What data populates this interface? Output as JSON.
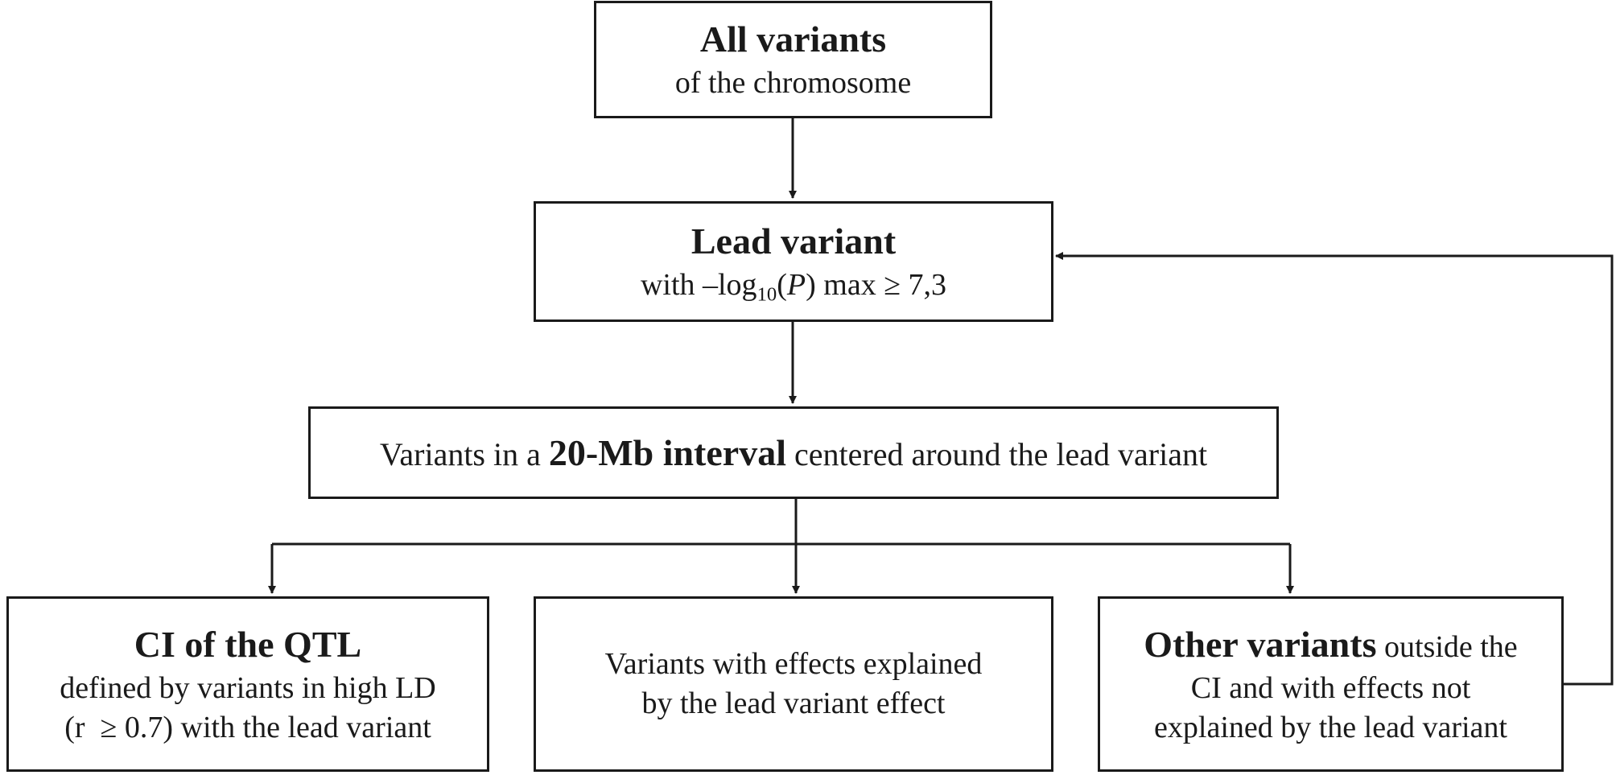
{
  "nodes": {
    "all_variants": {
      "title": "All variants",
      "subtitle": "of the chromosome"
    },
    "lead_variant": {
      "title": "Lead variant",
      "sub_prefix": "with –log",
      "sub_subscript": "10",
      "sub_paren_open": "(",
      "sub_p": "P",
      "sub_suffix": ") max ≥ 7,3"
    },
    "interval": {
      "pre": "Variants in a ",
      "bold": "20-Mb interval",
      "post": " centered around the lead variant"
    },
    "ci_qtl": {
      "title": "CI of the QTL",
      "line1": "defined by variants in high LD",
      "line2": "(r  ≥ 0.7) with the lead variant"
    },
    "explained": {
      "line1": "Variants with effects explained",
      "line2": "by the lead variant effect"
    },
    "other": {
      "bold": "Other variants",
      "line1_rest": " outside the",
      "line2": "CI and with effects not",
      "line3": "explained by the lead variant"
    }
  },
  "colors": {
    "stroke": "#1a1a1a",
    "background": "#ffffff"
  }
}
